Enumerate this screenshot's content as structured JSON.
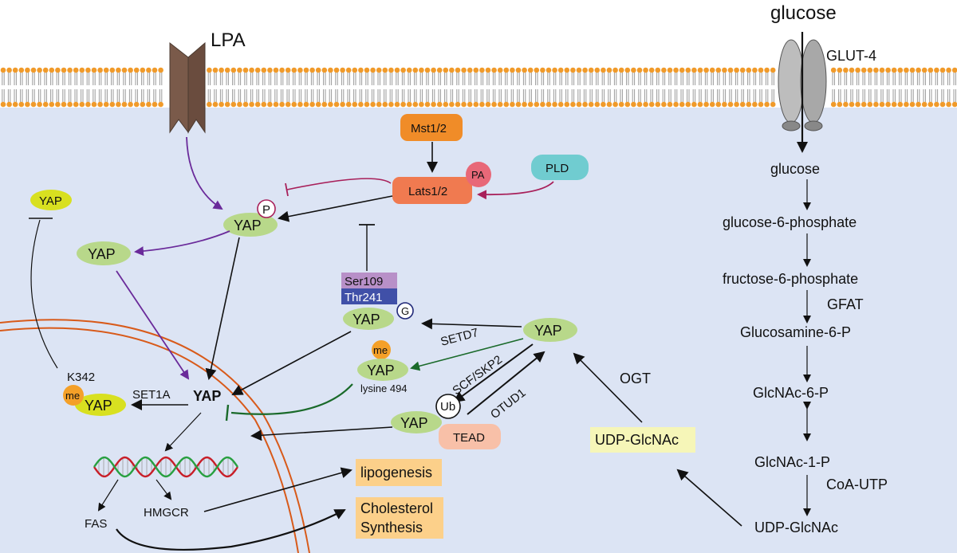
{
  "labels": {
    "lpa": "LPA",
    "glucose_outside": "glucose",
    "glut4": "GLUT-4",
    "glucose_inside": "glucose",
    "g6p": "glucose-6-phosphate",
    "f6p": "fructose-6-phosphate",
    "gfat": "GFAT",
    "glcn6p": "Glucosamine-6-P",
    "glcnac6p": "GlcNAc-6-P",
    "glcnac1p": "GlcNAc-1-P",
    "coa_utp": "CoA-UTP",
    "udp_glcnac_right": "UDP-GlcNAc",
    "udp_glcnac_box": "UDP-GlcNAc",
    "ogt": "OGT",
    "mst": "Mst1/2",
    "lats": "Lats1/2",
    "pa": "PA",
    "pld": "PLD",
    "p": "P",
    "yap_topleft": "YAP",
    "yap_p": "YAP",
    "yap_left": "YAP",
    "ser109": "Ser109",
    "thr241": "Thr241",
    "g": "G",
    "yap_g": "YAP",
    "yap_right": "YAP",
    "me_mid": "me",
    "yap_me_mid": "YAP",
    "lysine": "lysine 494",
    "setd7": "SETD7",
    "scf": "SCF/SKP2",
    "otud1": "OTUD1",
    "ub": "Ub",
    "yap_ub": "YAP",
    "tead": "TEAD",
    "k342": "K342",
    "me_left": "me",
    "yap_me_left": "YAP",
    "set1a": "SET1A",
    "yap_nuc": "YAP",
    "fas": "FAS",
    "hmgcr": "HMGCR",
    "lipogenesis": "lipogenesis",
    "chol1": "Cholesterol",
    "chol2": "Synthesis"
  },
  "colors": {
    "cytoplasm": "#dce4f4",
    "membrane_head": "#f09a2a",
    "membrane_tail": "#9a9a9a",
    "receptor": "#7a5a4a",
    "nucleus_line": "#d85a1a",
    "yap_green": "#b8d88a",
    "yap_yellow": "#d8e020",
    "mst": "#f08c28",
    "lats": "#f07a50",
    "pa": "#e86878",
    "pld": "#70ccd0",
    "ser109": "#b890c8",
    "thr241": "#4050a8",
    "tead": "#f8c0a8",
    "me": "#f4a028",
    "output_box": "#fcd08a",
    "udp_box": "#f6f6b8",
    "purple_arrow": "#6a2a9a",
    "magenta_arrow": "#a8205a",
    "dark_green": "#1a6a2a",
    "dna_red": "#c81e28",
    "dna_green": "#28a040"
  }
}
